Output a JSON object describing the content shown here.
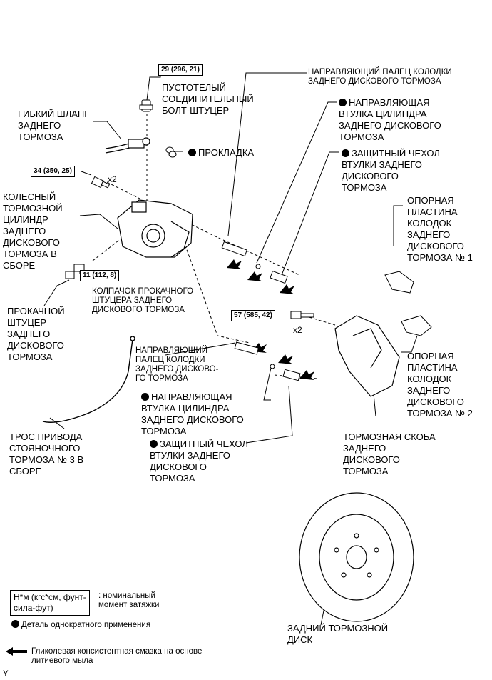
{
  "torques": {
    "t29": "29 (296, 21)",
    "t34": "34 (350, 25)",
    "t11": "11 (112, 8)",
    "t57": "57 (585, 42)"
  },
  "multipliers": {
    "a": "x2",
    "b": "x2"
  },
  "labels": {
    "union_bolt": "ПУСТОТЕЛЫЙ\nСОЕДИНИТЕЛЬНЫЙ\nБОЛТ-ШТУЦЕР",
    "flex_hose": "ГИБКИЙ ШЛАНГ\nЗАДНЕГО\nТОРМОЗА",
    "gasket": "ПРОКЛАДКА",
    "wheel_cyl": "КОЛЕСНЫЙ\nТОРМОЗНОЙ\nЦИЛИНДР\nЗАДНЕГО\nДИСКОВОГО\nТОРМОЗА В\nСБОРЕ",
    "bleeder_cap": "КОЛПАЧОК ПРОКАЧНОГО\nШТУЦЕРА ЗАДНЕГО\nДИСКОВОГО ТОРМОЗА",
    "bleeder": "ПРОКАЧНОЙ\nШТУЦЕР\nЗАДНЕГО\nДИСКОВОГО\nТОРМОЗА",
    "guide_pin_top": "НАПРАВЛЯЮЩИЙ ПАЛЕЦ КОЛОДКИ\nЗАДНЕГО ДИСКОВОГО ТОРМОЗА",
    "bushing_top": "НАПРАВЛЯЮЩАЯ\nВТУЛКА ЦИЛИНДРА\nЗАДНЕГО ДИСКОВОГО\nТОРМОЗА",
    "boot_top": "ЗАЩИТНЫЙ ЧЕХОЛ\nВТУЛКИ ЗАДНЕГО\nДИСКОВОГО\nТОРМОЗА",
    "plate1": "ОПОРНАЯ\nПЛАСТИНА\nКОЛОДОК\nЗАДНЕГО\nДИСКОВОГО\nТОРМОЗА № 1",
    "plate2": "ОПОРНАЯ\nПЛАСТИНА\nКОЛОДОК\nЗАДНЕГО\nДИСКОВОГО\nТОРМОЗА № 2",
    "guide_pin_bot": "НАПРАВЛЯЮЩИЙ\nПАЛЕЦ КОЛОДКИ\nЗАДНЕГО ДИСКОВО-\nГО ТОРМОЗА",
    "bushing_bot": "НАПРАВЛЯЮЩАЯ\nВТУЛКА ЦИЛИНДРА\nЗАДНЕГО ДИСКОВОГО\nТОРМОЗА",
    "boot_bot": "ЗАЩИТНЫЙ ЧЕХОЛ\nВТУЛКИ ЗАДНЕГО\nДИСКОВОГО\nТОРМОЗА",
    "cable": "ТРОС ПРИВОДА\nСТОЯНОЧНОГО\nТОРМОЗА № 3 В\nСБОРЕ",
    "caliper_bracket": "ТОРМОЗНАЯ СКОБА\nЗАДНЕГО\nДИСКОВОГО\nТОРМОЗА",
    "disc": "ЗАДНИЙ ТОРМОЗНОЙ\nДИСК"
  },
  "legend": {
    "torque_box": "Н*м (кгс*см, фунт-\nсила-фут)",
    "torque_desc": ": номинальный\nмомент затяжки",
    "non_reusable": "Деталь однократного применения",
    "grease": "Гликолевая консистентная смазка на основе\nлитиевого мыла"
  },
  "corner_mark": "Y"
}
